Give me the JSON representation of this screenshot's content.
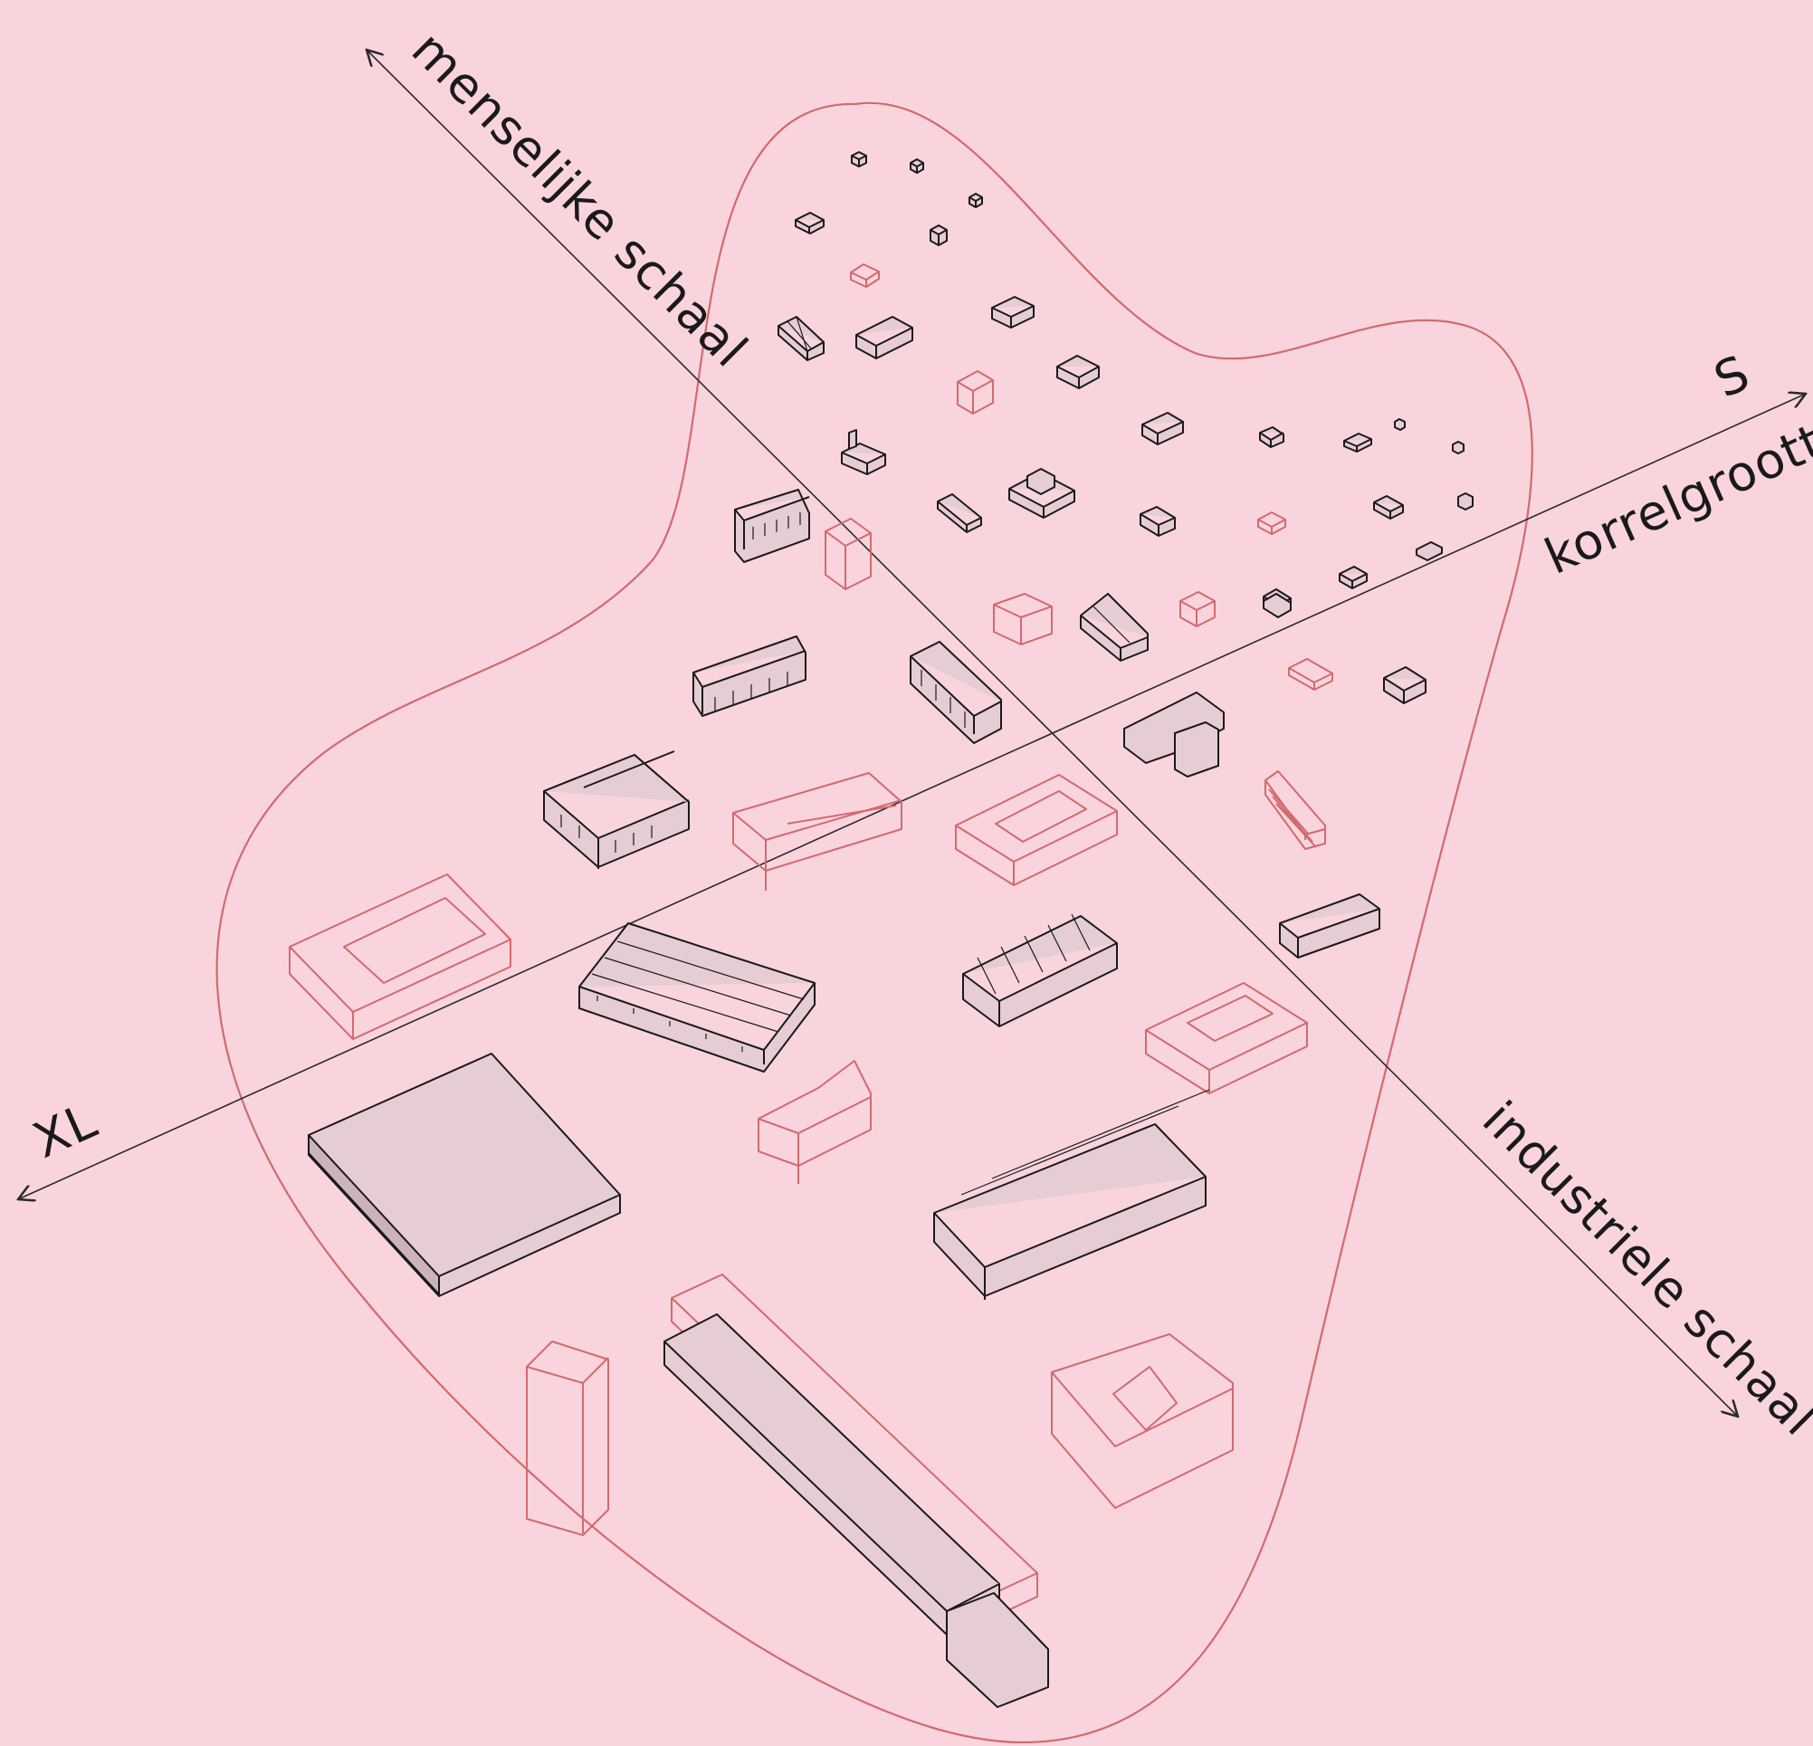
{
  "axes": {
    "top_left_label": "menselijke schaal",
    "bottom_right_label": "industriele schaal",
    "right_end_label": "S",
    "right_axis_label": "korrelgrootte",
    "left_end_label": "XL"
  },
  "colors": {
    "background": "#f9d4dd",
    "outline_red": "#d26a6e",
    "ink": "#1a1a1a"
  }
}
